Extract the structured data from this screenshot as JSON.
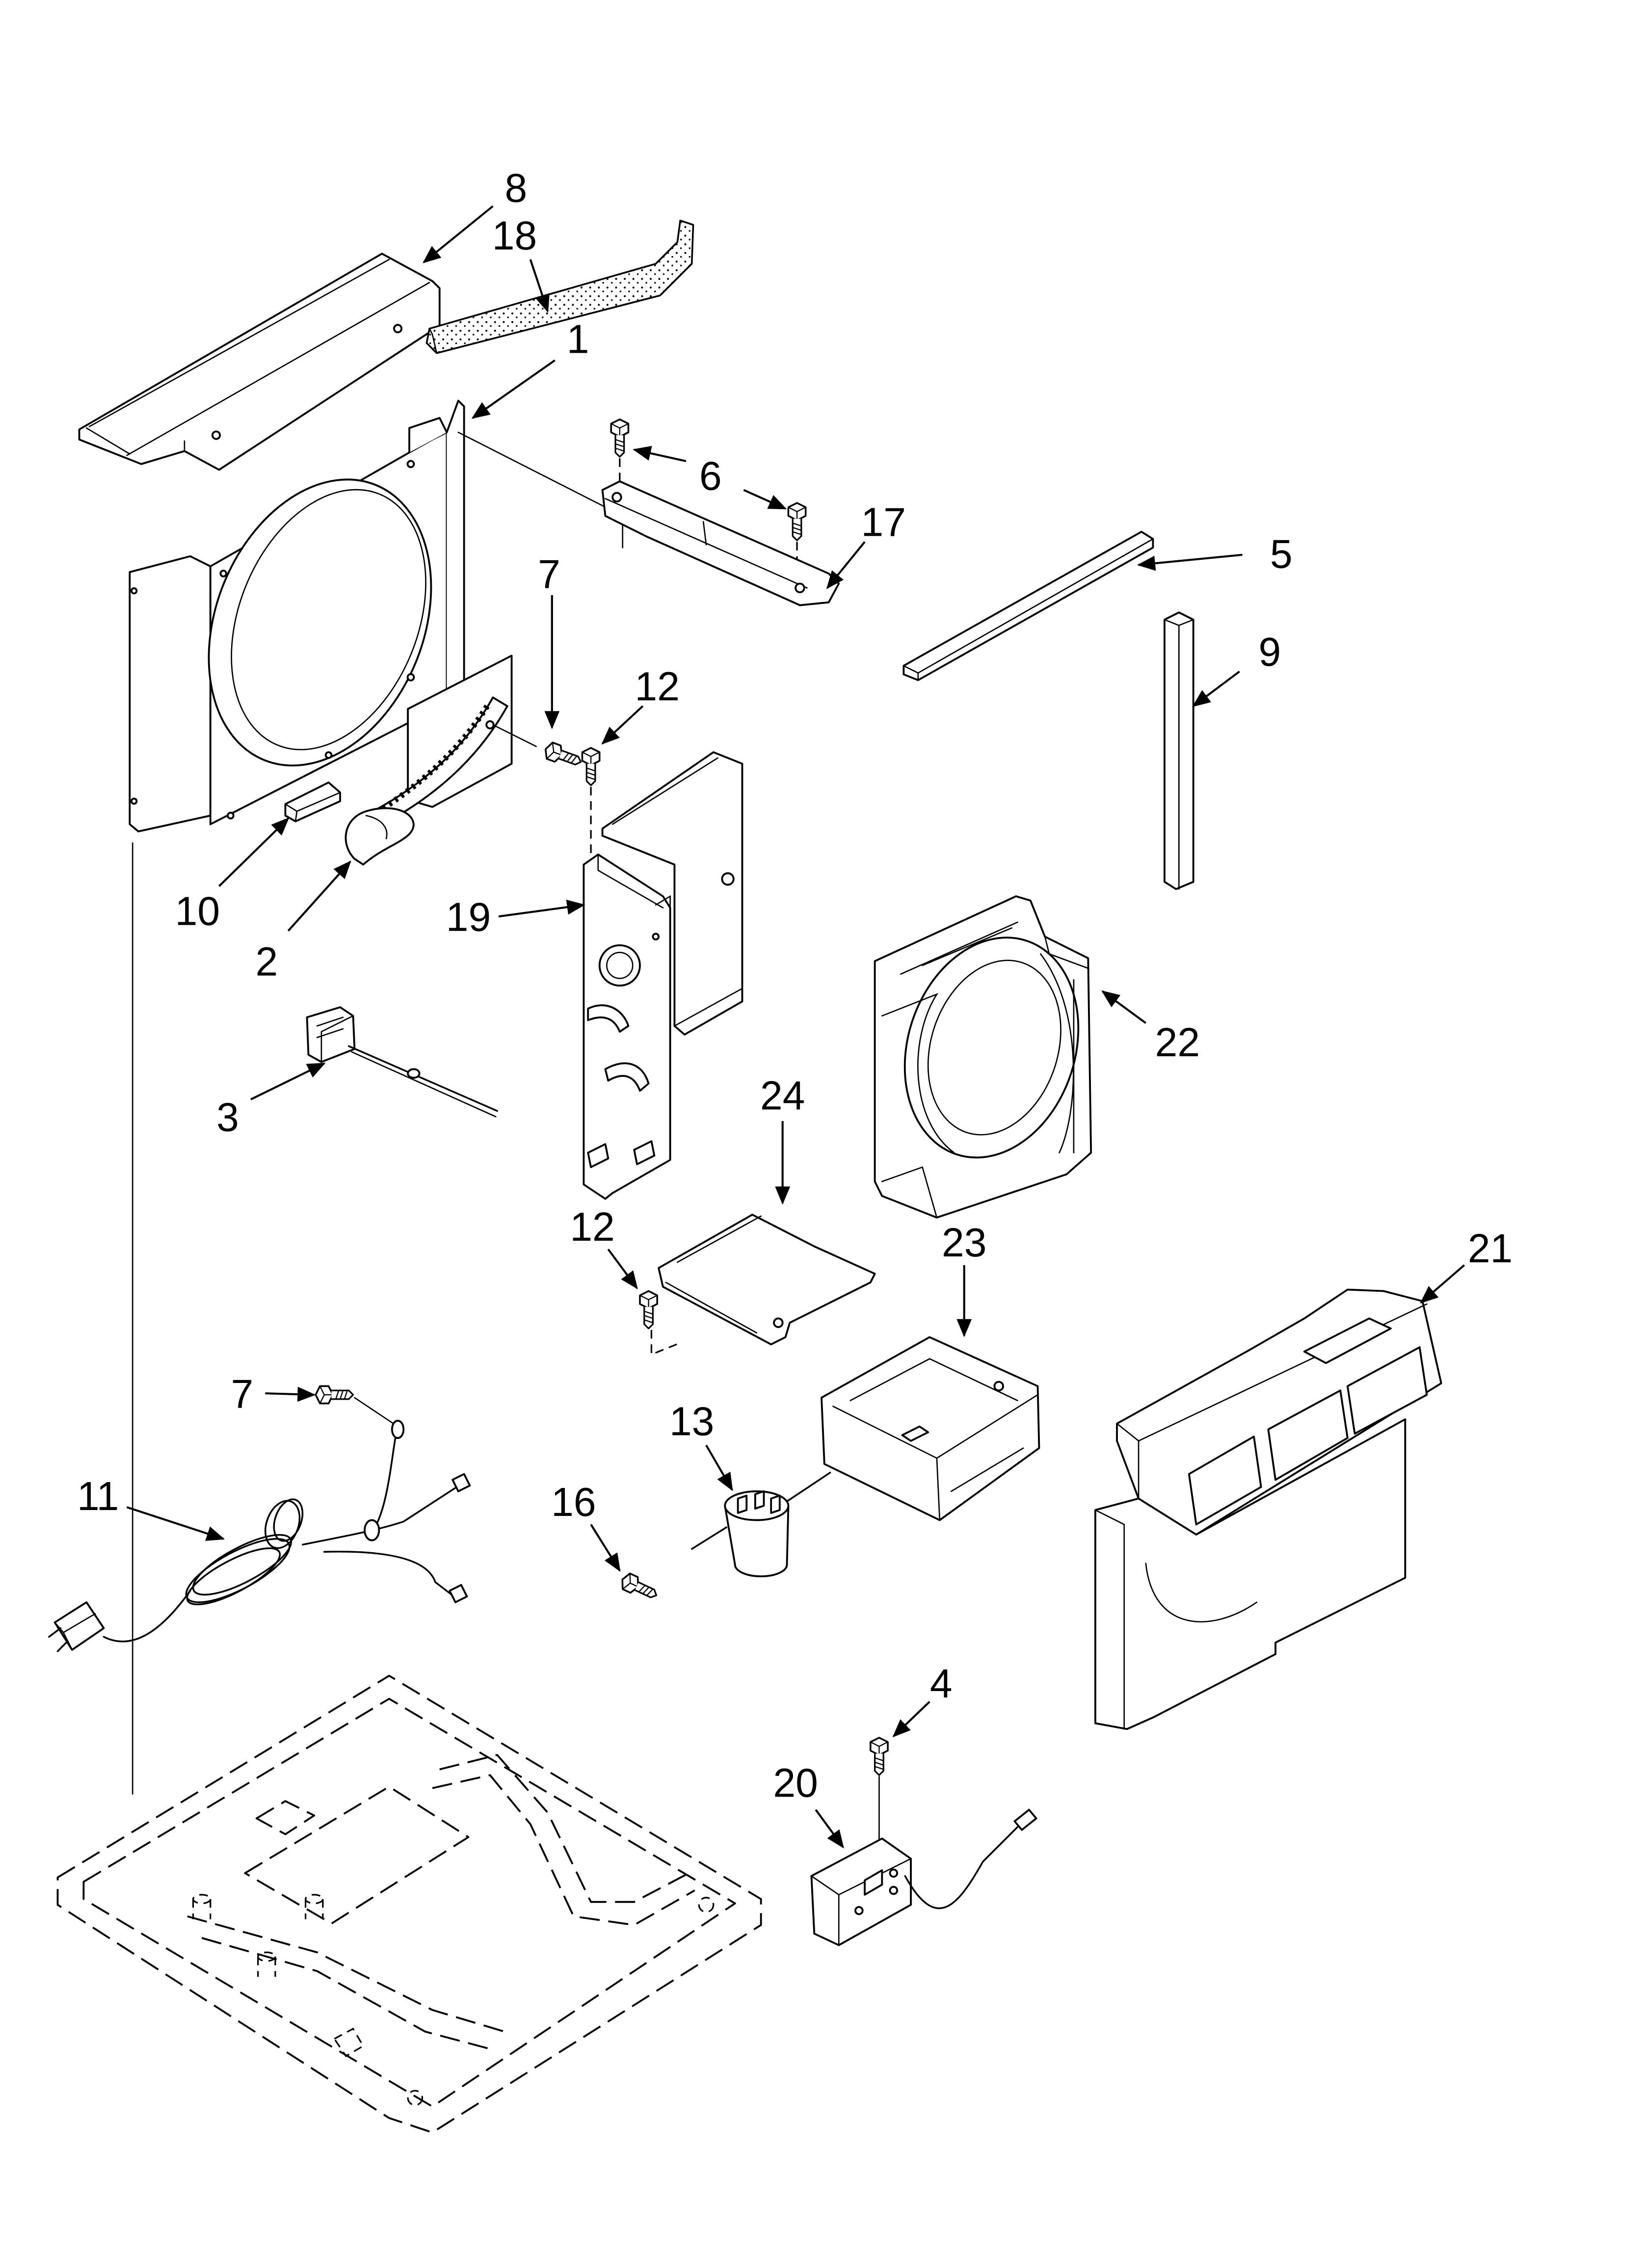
{
  "callouts": {
    "part_1": "1",
    "part_2": "2",
    "part_3": "3",
    "part_4": "4",
    "part_5": "5",
    "part_6": "6",
    "part_7_upper": "7",
    "part_7_lower": "7",
    "part_8": "8",
    "part_9": "9",
    "part_10": "10",
    "part_11": "11",
    "part_12_upper": "12",
    "part_12_lower": "12",
    "part_13": "13",
    "part_16": "16",
    "part_17": "17",
    "part_18": "18",
    "part_19": "19",
    "part_20": "20",
    "part_21": "21",
    "part_22": "22",
    "part_23": "23",
    "part_24": "24"
  },
  "colors": {
    "line": "#000000",
    "background": "#ffffff"
  }
}
